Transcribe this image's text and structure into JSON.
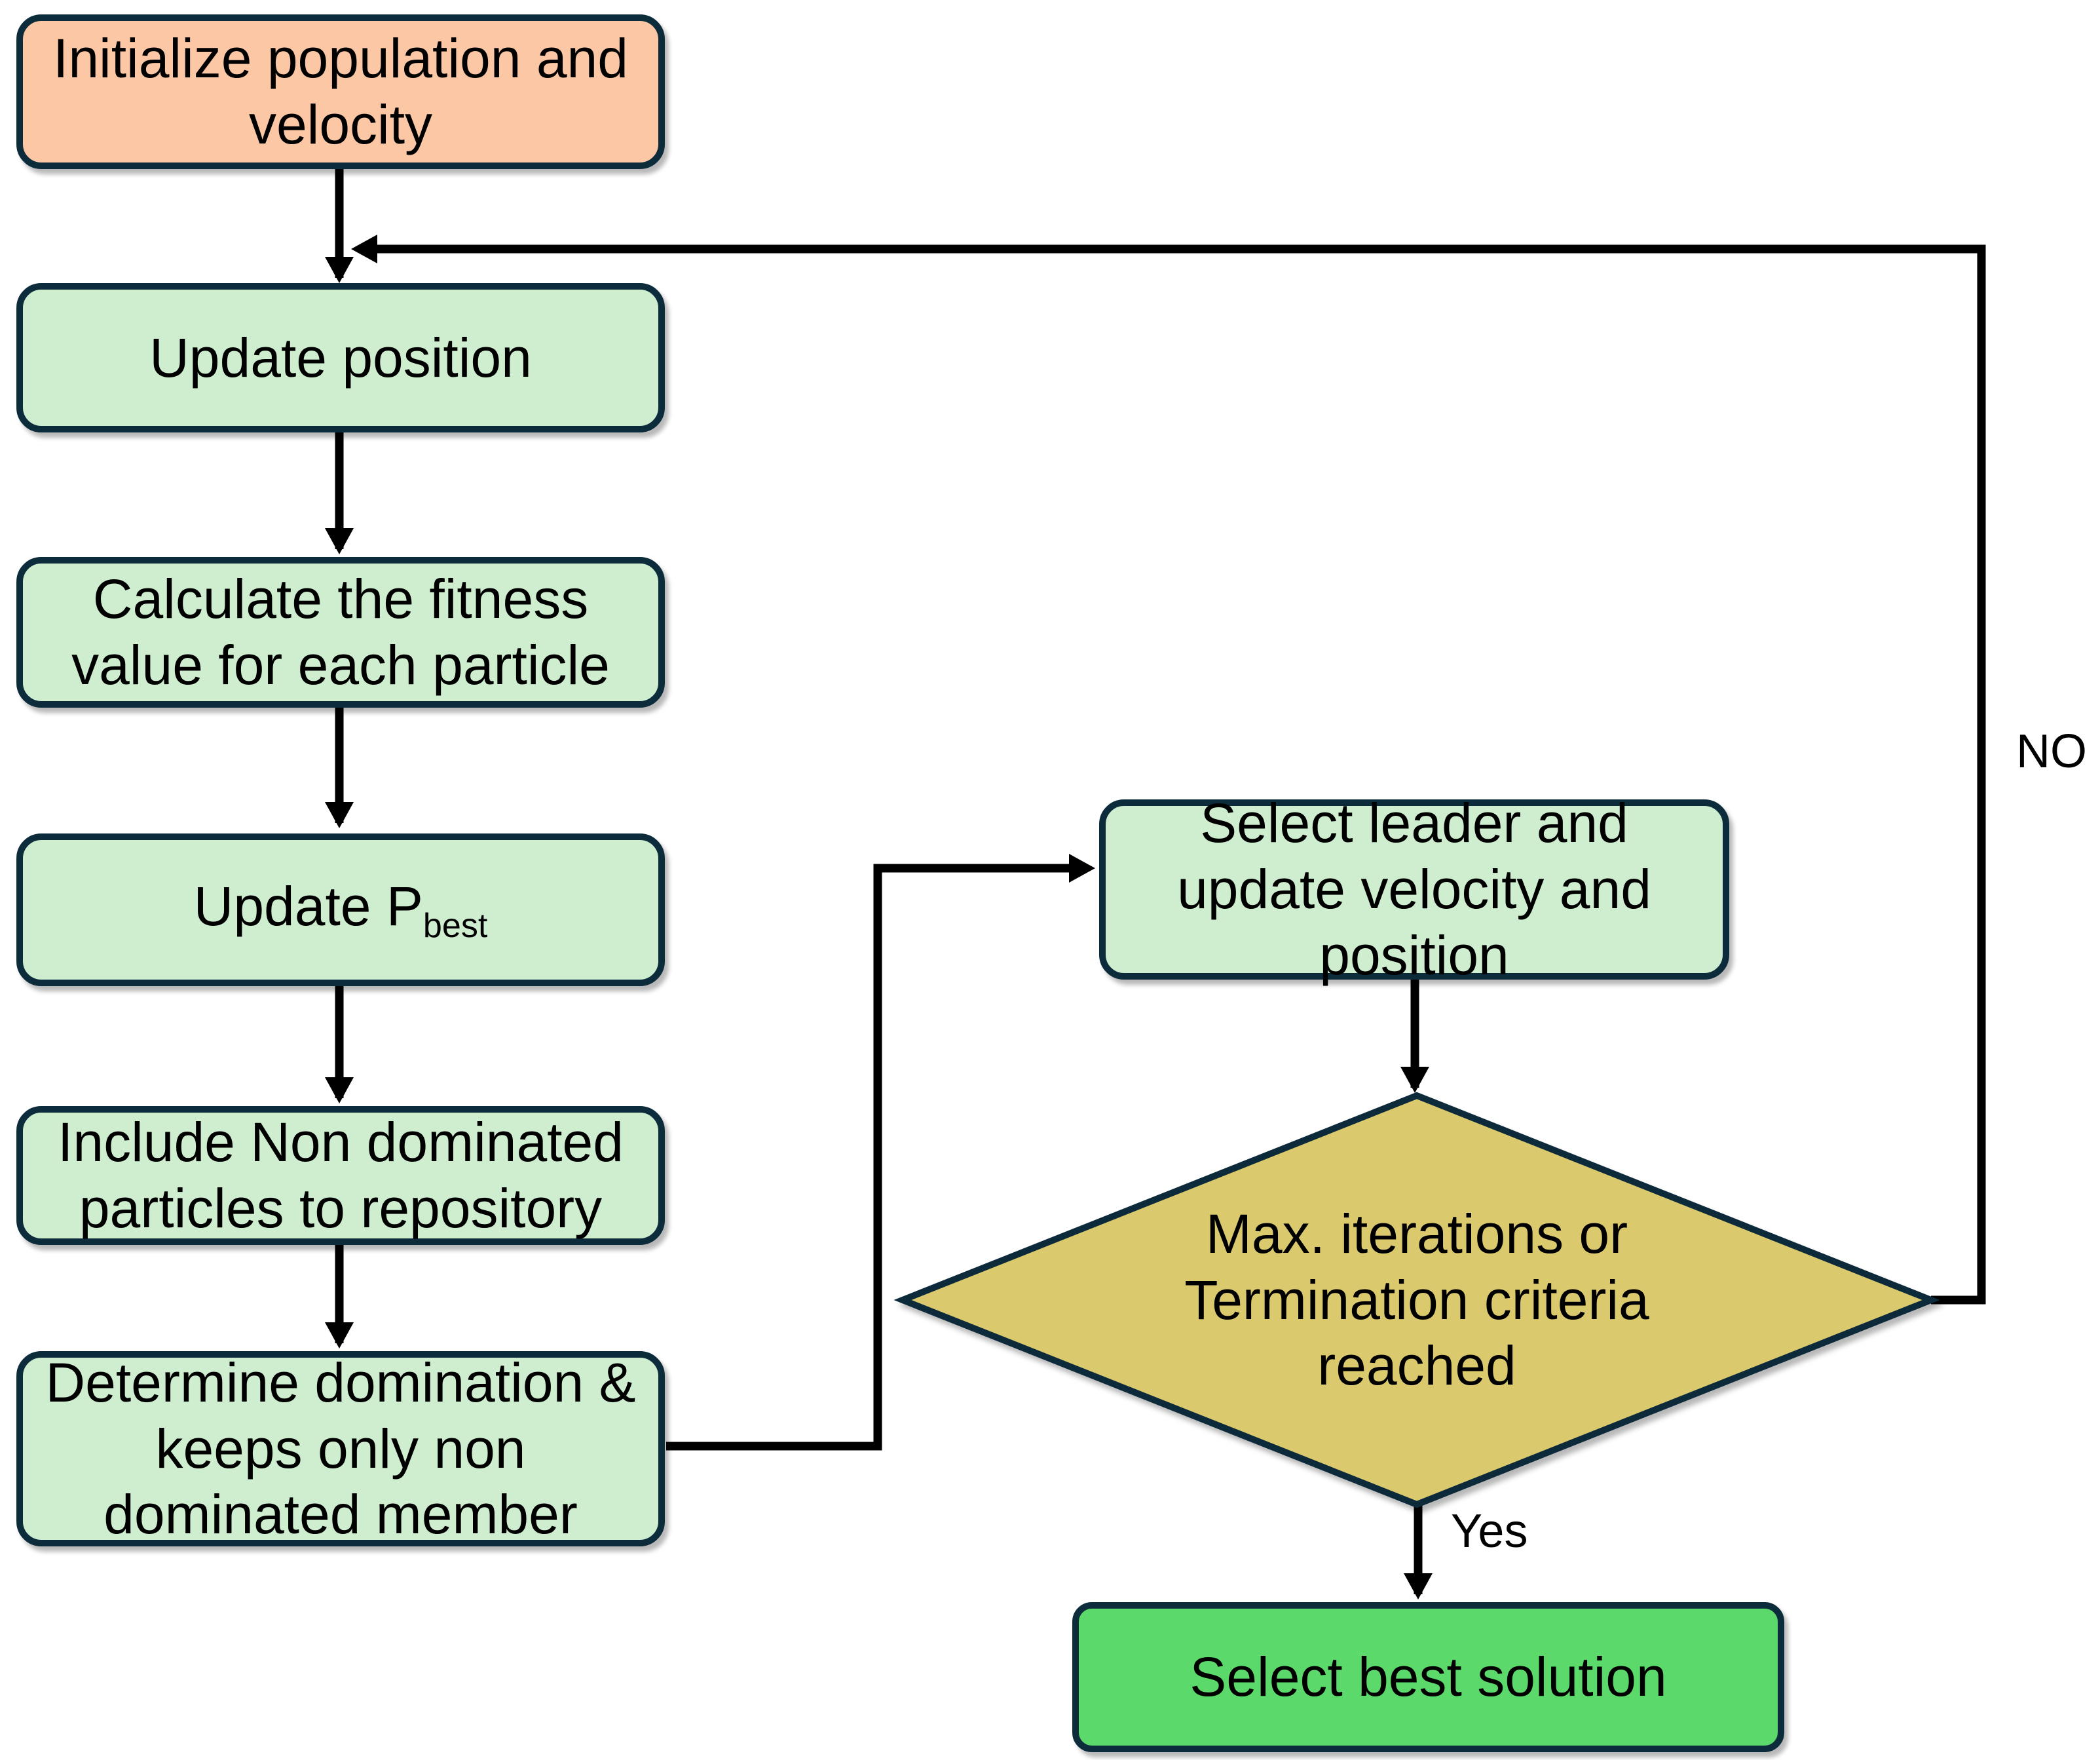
{
  "figure": {
    "type": "flowchart",
    "background_color": "#ffffff",
    "text_color": "#000000"
  },
  "colors": {
    "start_fill": "#fbc7a5",
    "process_fill": "#cfedcf",
    "decision_fill": "#dbc96e",
    "end_fill": "#5bd96a",
    "border": "#0d2c3b",
    "arrow": "#000000"
  },
  "nodes": {
    "initialize": {
      "label": "Initialize population and velocity",
      "lines": [
        "Initialize population and",
        "velocity"
      ]
    },
    "update_position": {
      "label": "Update position",
      "lines": [
        "Update position"
      ]
    },
    "calculate_fitness": {
      "label": "Calculate the fitness value for each particle",
      "lines": [
        "Calculate the fitness",
        "value for each particle"
      ]
    },
    "update_pbest": {
      "label": "Update Pbest",
      "text": "Update P",
      "subscript": "best"
    },
    "include_nondominated": {
      "label": "Include Non dominated particles to repository",
      "lines": [
        "Include Non dominated",
        "particles to repository"
      ]
    },
    "determine_domination": {
      "label": "Determine domination & keeps only non dominated member",
      "lines": [
        "Determine domination &",
        "keeps only non",
        "dominated member"
      ]
    },
    "select_leader": {
      "label": "Select leader and update velocity and position",
      "lines": [
        "Select leader and",
        "update velocity and",
        "position"
      ]
    },
    "termination_decision": {
      "label": "Max. iterations or Termination criteria reached",
      "lines": [
        "Max. iterations or",
        "Termination criteria",
        "reached"
      ]
    },
    "select_best": {
      "label": "Select best solution",
      "lines": [
        "Select best solution"
      ]
    }
  },
  "edge_labels": {
    "yes": "Yes",
    "no": "NO"
  }
}
